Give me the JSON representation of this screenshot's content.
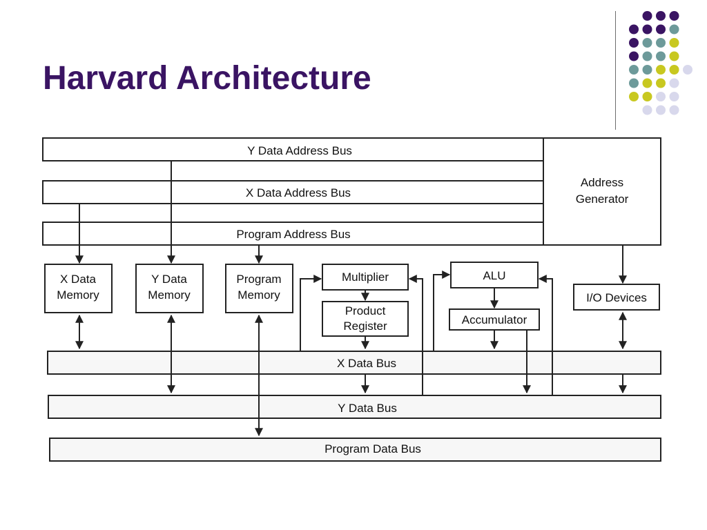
{
  "slide": {
    "title": "Harvard Architecture",
    "title_color": "#3a1463",
    "decor_colors": [
      "#3a1463",
      "#6d9a9a",
      "#c8c820",
      "#d8d8ec"
    ]
  },
  "diagram": {
    "address_buses": [
      "Y Data Address Bus",
      "X Data Address Bus",
      "Program Address Bus"
    ],
    "address_generator": [
      "Address",
      "Generator"
    ],
    "x_data_memory": [
      "X Data",
      "Memory"
    ],
    "y_data_memory": [
      "Y Data",
      "Memory"
    ],
    "program_memory": [
      "Program",
      "Memory"
    ],
    "multiplier": "Multiplier",
    "product_register": [
      "Product",
      "Register"
    ],
    "alu": "ALU",
    "accumulator": "Accumulator",
    "io_devices": "I/O Devices",
    "data_buses": [
      "X Data Bus",
      "Y Data Bus",
      "Program Data Bus"
    ]
  }
}
